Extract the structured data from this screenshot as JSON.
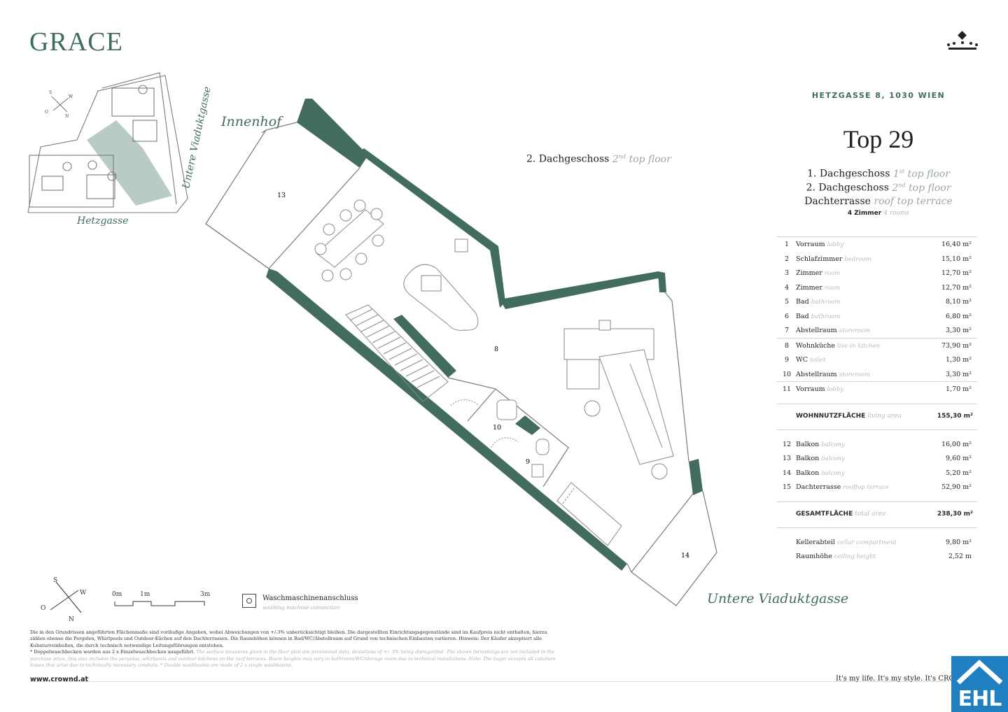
{
  "brand": {
    "name": "GRACE",
    "logo_icon": "crown-icon"
  },
  "header": {
    "address": "HETZGASSE 8, 1030 WIEN",
    "unit_title": "Top 29"
  },
  "floors": [
    {
      "de": "1. Dachgeschoss",
      "sup": "st",
      "en_pre": "1",
      "en": "top floor"
    },
    {
      "de": "2. Dachgeschoss",
      "sup": "nd",
      "en_pre": "2",
      "en": "top floor"
    },
    {
      "de": "Dachterrasse",
      "sup": "",
      "en_pre": "",
      "en": "roof  top terrace"
    }
  ],
  "rooms_count": {
    "de": "4 Zimmer",
    "en": "4 rooms"
  },
  "room_table": [
    {
      "num": "1",
      "de": "Vorraum",
      "en": "lobby",
      "area": "16,40 m²"
    },
    {
      "num": "2",
      "de": "Schlafzimmer",
      "en": "bedroom",
      "area": "15,10 m²"
    },
    {
      "num": "3",
      "de": "Zimmer",
      "en": "room",
      "area": "12,70 m²"
    },
    {
      "num": "4",
      "de": "Zimmer",
      "en": "room",
      "area": "12,70 m²"
    },
    {
      "num": "5",
      "de": "Bad",
      "en": "bathroom",
      "area": "8,10 m²"
    },
    {
      "num": "6",
      "de": "Bad",
      "en": "bathroom",
      "area": "6,80 m²"
    },
    {
      "num": "7",
      "de": "Abstellraum",
      "en": "storeroom",
      "area": "3,30 m²"
    },
    {
      "num": "8",
      "de": "Wohnküche",
      "en": "live-in kitchen",
      "area": "73,90 m²"
    },
    {
      "num": "9",
      "de": "WC",
      "en": "toilet",
      "area": "1,30 m²"
    },
    {
      "num": "10",
      "de": "Abstellraum",
      "en": "storeroom",
      "area": "3,30 m²"
    },
    {
      "num": "11",
      "de": "Vorraum",
      "en": "lobby",
      "area": "1,70 m²"
    }
  ],
  "living_area": {
    "de": "WOHNNUTZFLÄCHE",
    "en": "living area",
    "area": "155,30 m²"
  },
  "outdoor_table": [
    {
      "num": "12",
      "de": "Balkon",
      "en": "balcony",
      "area": "16,00 m²"
    },
    {
      "num": "13",
      "de": "Balkon",
      "en": "balcony",
      "area": "9,60 m²"
    },
    {
      "num": "14",
      "de": "Balkon",
      "en": "balcony",
      "area": "5,20 m²"
    },
    {
      "num": "15",
      "de": "Dachterrasse",
      "en": "rooftop terrace",
      "area": "52,90 m²"
    }
  ],
  "total_area": {
    "de": "GESAMTFLÄCHE",
    "en": "total area",
    "area": "238,30 m²"
  },
  "extras": [
    {
      "de": "Kellerabteil",
      "en": "cellar compartment",
      "value": "9,80 m²"
    },
    {
      "de": "Raumhöhe",
      "en": "ceiling height",
      "value": "2,52 m"
    }
  ],
  "plan": {
    "caption_de": "2. Dachgeschoss",
    "caption_pre": "2",
    "caption_sup": "nd",
    "caption_en": "top floor",
    "street_innenhof": "Innenhof",
    "street_viadukt": "Untere Viaduktgasse",
    "street_hetzgasse": "Hetzgasse",
    "room_labels": [
      "13",
      "8",
      "10",
      "9",
      "14"
    ],
    "compass": {
      "s": "S",
      "w": "W",
      "o": "O",
      "n": "N"
    }
  },
  "scale": {
    "labels": [
      "0m",
      "1m",
      "3m"
    ]
  },
  "legend": {
    "de": "Waschmaschinenanschluss",
    "en": "washing machine connection",
    "icon": "washing-machine-icon"
  },
  "disclaimer": {
    "de": "Die in den Grundrissen angeführten Flächenmaße sind vorläufige Angaben, wobei Abweichungen von +/-3% unberücksichtigt bleiben. Die dargestellten Einrichtungsgegenstände sind im Kaufpreis nicht enthalten, hierzu zählen ebenso die Pergolen, Whirlpools und Outdoor-Küchen auf den Dachterrassen. Die Raumhöhen können in Bad/WC/Abstellraum auf Grund von technischen Einbauten variieren. Hinweis: Der Käufer akzeptiert alle Kubaturreinbußen, die durch technisch notwendige Leitungsführungen entstehen.",
    "de2": "* Doppelwaschbecken werden aus 2 x Einzelwaschbecken ausgeführt.",
    "en": "The surface measures given in the floor plan are provisional data, deviations of +/- 3% being disregarded. The shown furnishings are not included in the purchase price, this also includes the pergolas, whirlpools and outdoor kitchens on the roof terraces. Room heights may vary in bathroom/WC/storage room due to technical installations. Note: The buyer accepts all cubature losses that arise due to technically necessary conduits. * Double washbasins are made of 2 x single washbasins."
  },
  "footer": {
    "url": "www.crownd.at",
    "slogan": "It's my life. It's my style. It's CROWN",
    "partner_logo": "EHL"
  },
  "colors": {
    "accent": "#3f6b60",
    "wall": "#436c61",
    "highlight": "#7ea097",
    "partner_blue": "#1f7fc0"
  }
}
